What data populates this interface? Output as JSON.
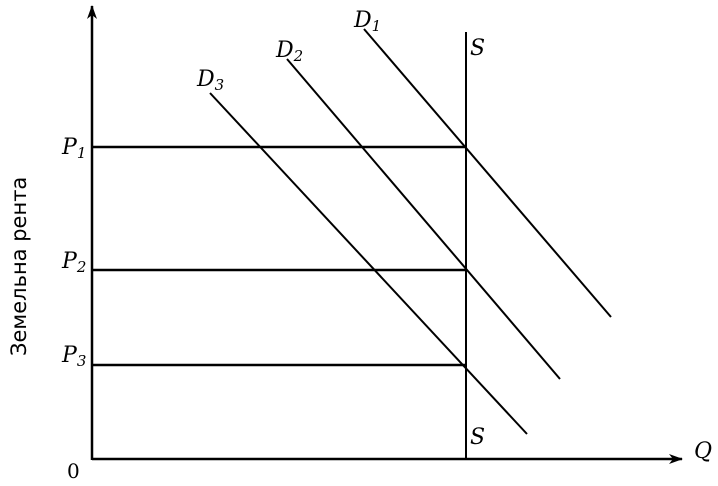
{
  "diagram": {
    "y_axis_label": "Земельна рента",
    "x_axis_label": "Q",
    "origin_label": "0",
    "supply": {
      "top_label": "S",
      "bottom_label": "S"
    },
    "demand_curves": [
      {
        "name": "D",
        "sub": "1"
      },
      {
        "name": "D",
        "sub": "2"
      },
      {
        "name": "D",
        "sub": "3"
      }
    ],
    "price_levels": [
      {
        "name": "P",
        "sub": "1"
      },
      {
        "name": "P",
        "sub": "2"
      },
      {
        "name": "P",
        "sub": "3"
      }
    ]
  }
}
